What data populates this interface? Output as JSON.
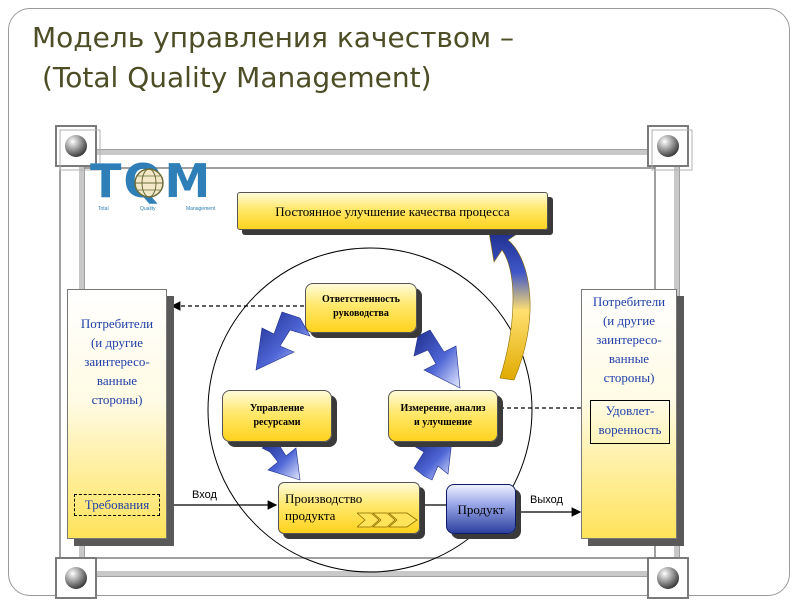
{
  "slide": {
    "title_line1": "Модель управления качеством –",
    "title_line2": "(Total Quality Management)"
  },
  "logo": {
    "text": "TQM",
    "caption_total": "Total",
    "caption_quality": "Quality",
    "caption_management": "Management"
  },
  "boxes": {
    "continuous_improvement": "Постоянное улучшение качества процесса",
    "responsibility_line1": "Ответственность",
    "responsibility_line2": "руководства",
    "resources_line1": "Управление",
    "resources_line2": "ресурсами",
    "measurement_line1": "Измерение, анализ",
    "measurement_line2": "и улучшение",
    "production_line1": "Производство",
    "production_line2": "продукта",
    "product": "Продукт"
  },
  "left_panel": {
    "lines": [
      "Потребители",
      "(и другие",
      "заинтересо-",
      "ванные",
      "стороны)"
    ],
    "requirements": "Требования"
  },
  "right_panel": {
    "lines": [
      "Потребители",
      "(и другие",
      "заинтересо-",
      "ванные",
      "стороны)"
    ],
    "satisfaction_line1": "Удовлет-",
    "satisfaction_line2": "воренность"
  },
  "flow_labels": {
    "input": "Вход",
    "output": "Выход"
  },
  "colors": {
    "title": "#4d4d26",
    "side_text": "#1f3fa8",
    "box_gold": "#ffd21e",
    "product_blue": "#2c3f9e",
    "arrow_blue": "#3548b8"
  }
}
